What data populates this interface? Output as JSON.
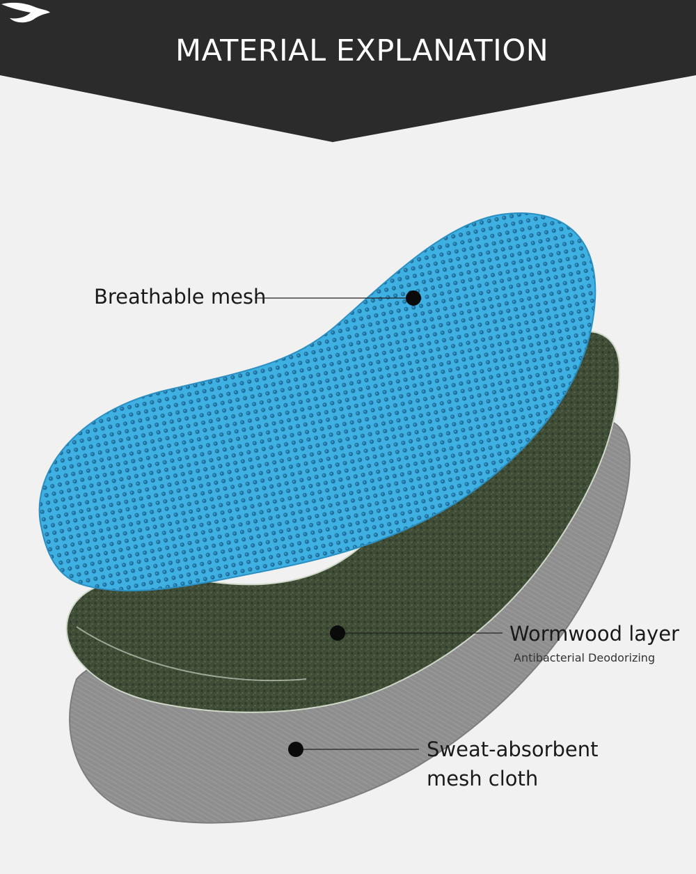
{
  "header": {
    "title": "MATERIAL EXPLANATION",
    "background": "#2b2b2b",
    "logo_icon": "leaf-icon"
  },
  "layers": [
    {
      "name": "Breathable mesh",
      "subtitle": "",
      "color": "#3aa6d8",
      "icon": "callout-dot"
    },
    {
      "name": "Wormwood layer",
      "subtitle": "Antibacterial Deodorizing",
      "color": "#3e4c36",
      "icon": "callout-dot"
    },
    {
      "name": "Sweat-absorbent",
      "name_line2": "mesh cloth",
      "subtitle": "",
      "color": "#8f8f8f",
      "icon": "callout-dot"
    }
  ]
}
